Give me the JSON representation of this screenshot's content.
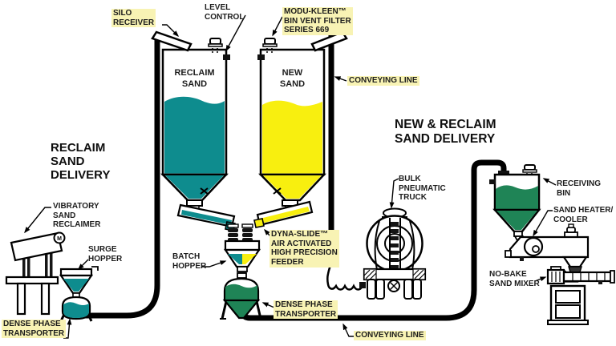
{
  "titles": {
    "left": "RECLAIM\nSAND\nDELIVERY",
    "right": "NEW & RECLAIM\nSAND DELIVERY"
  },
  "silos": {
    "reclaim": "RECLAIM\nSAND",
    "new": "NEW\nSAND"
  },
  "callouts": {
    "silo_receiver": "SILO\nRECEIVER",
    "level_control": "LEVEL\nCONTROL",
    "bin_vent_filter": "MODU-KLEEN™\nBIN VENT FILTER\nSERIES 669",
    "conveying_line_top": "CONVEYING LINE",
    "vibratory_reclaimer": "VIBRATORY\nSAND\nRECLAIMER",
    "surge_hopper": "SURGE\nHOPPER",
    "dense_phase_left": "DENSE PHASE\nTRANSPORTER",
    "batch_hopper": "BATCH\nHOPPER",
    "dyna_slide_feeder": "DYNA-SLIDE™\nAIR ACTIVATED\nHIGH PRECISION\nFEEDER",
    "dense_phase_center": "DENSE PHASE\nTRANSPORTER",
    "bulk_pneumatic_truck": "BULK\nPNEUMATIC\nTRUCK",
    "conveying_line_bottom": "CONVEYING LINE",
    "receiving_bin": "RECEIVING\nBIN",
    "sand_heater_cooler": "SAND HEATER/\nCOOLER",
    "no_bake_mixer": "NO-BAKE\nSAND MIXER"
  },
  "glyphs": {
    "reclaimer_motor": "M"
  },
  "colors": {
    "reclaim_sand": "#0E8C8E",
    "new_sand": "#F8EF0F",
    "delivered_sand": "#1F8456",
    "label_highlight": "#F8F3B4",
    "outline": "#000000"
  }
}
